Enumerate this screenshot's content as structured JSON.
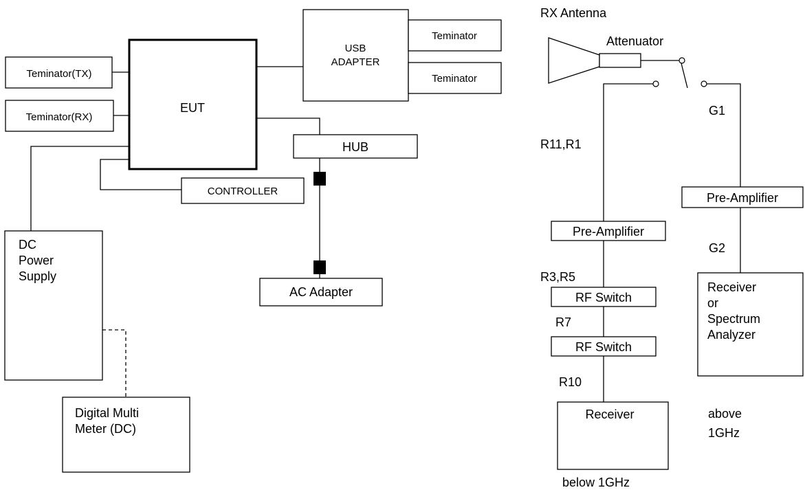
{
  "boxes": {
    "eut": "EUT",
    "term_tx": "Teminator(TX)",
    "term_rx": "Teminator(RX)",
    "usb_adapter": [
      "USB",
      "ADAPTER"
    ],
    "term_usb_1": "Teminator",
    "term_usb_2": "Teminator",
    "hub": "HUB",
    "controller": "CONTROLLER",
    "ac_adapter": "AC Adapter",
    "dc_power_supply": [
      "DC",
      "Power",
      "Supply"
    ],
    "digital_multimeter": [
      "Digital Multi",
      "Meter (DC)"
    ],
    "attenuator": "Attenuator",
    "pre_amp_left": "Pre-Amplifier",
    "pre_amp_right": "Pre-Amplifier",
    "rf_switch_1": "RF Switch",
    "rf_switch_2": "RF Switch",
    "receiver": "Receiver",
    "receiver_or_sa": [
      "Receiver",
      "or",
      "Spectrum",
      "Analyzer"
    ]
  },
  "labels": {
    "rx_antenna": "RX Antenna",
    "g1": "G1",
    "g2": "G2",
    "r11_r1": "R11,R1",
    "r3_r5": "R3,R5",
    "r7": "R7",
    "r10": "R10",
    "above_1ghz": [
      "above",
      "1GHz"
    ],
    "below_1ghz": "below 1GHz"
  }
}
